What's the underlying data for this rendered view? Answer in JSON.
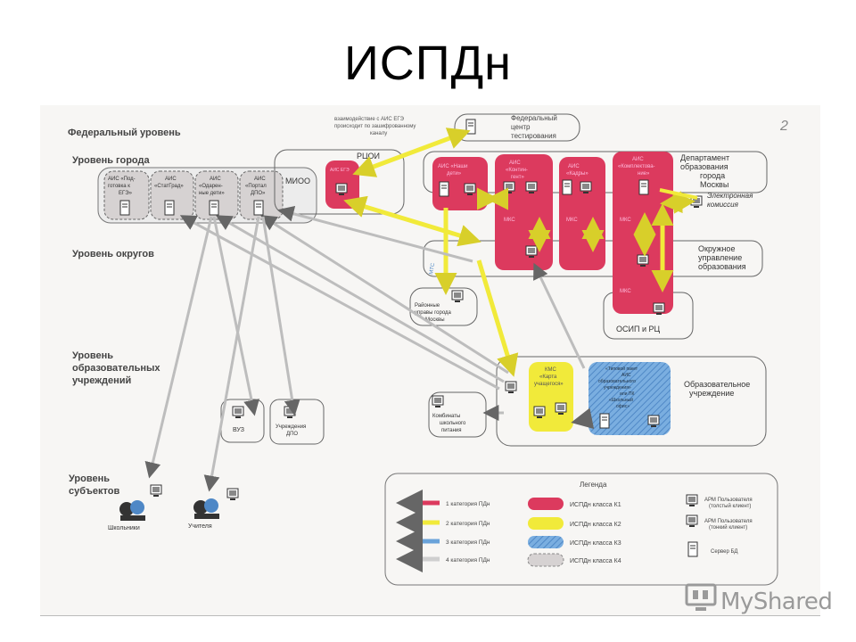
{
  "slide_title": "ИСПДн",
  "levels": {
    "federal": "Федеральный уровень",
    "city": "Уровень города",
    "district": "Уровень округов",
    "edu": [
      "Уровень",
      "образовательных",
      "учреждений"
    ],
    "subjects": [
      "Уровень",
      "субъектов"
    ]
  },
  "annotations": {
    "federal_note": [
      "взаимодействие с АИС ЕГЭ",
      "происходит по зашифрованному",
      "каналу"
    ],
    "page_mark": "2",
    "mtc": "МТС",
    "mks": "МКС"
  },
  "nodes": {
    "federal_center": [
      "Федеральный",
      "центр",
      "тестирования"
    ],
    "rcoi": "РЦОИ",
    "miooo": "МИОО",
    "ais_rcoi": "АИС ЕГЭ",
    "ais_city": [
      [
        "АИС «Под-",
        "готовка к",
        "ЕГЭ»"
      ],
      [
        "АИС",
        "«СтатГрад»"
      ],
      [
        "АИС",
        "«Одарен-",
        "ные дети»"
      ],
      [
        "АИС",
        "«Портал",
        "ДПО»"
      ]
    ],
    "ais_red": [
      [
        "АИС «Наши",
        "дети»"
      ],
      [
        "АИС",
        "«Контин-",
        "гент»"
      ],
      [
        "АИС",
        "«Кадры»"
      ],
      [
        "АИС",
        "«Комплектова-",
        "ние»"
      ]
    ],
    "dept": [
      "Департамент",
      "образования",
      "города",
      "Москвы"
    ],
    "el_commission": [
      "Электронная",
      "комиссия"
    ],
    "okrug_mgmt": [
      "Окружное",
      "управление",
      "образования"
    ],
    "osip": "ОСИП и РЦ",
    "district_admin": [
      "Районные",
      "управы города",
      "Москвы"
    ],
    "kms": [
      "КМС",
      "«Карта",
      "учащегося»"
    ],
    "blue_system": [
      "«Типовой пакет",
      "АИС",
      "образовательного",
      "учреждения»",
      "или ПК",
      "«Школьный",
      "офис»"
    ],
    "edu_institution": [
      "Образовательное",
      "учреждение"
    ],
    "food": [
      "Комбинаты",
      "школьного",
      "питания"
    ],
    "vuz": "ВУЗ",
    "dpo": [
      "Учреждения",
      "ДПО"
    ],
    "students": "Школьники",
    "teachers": "Учителя"
  },
  "legend": {
    "title": "Легенда",
    "categories": [
      "1 категория ПДн",
      "2 категория ПДн",
      "3 категория ПДн",
      "4 категория ПДн"
    ],
    "classes": [
      "ИСПДн класса К1",
      "ИСПДн класса К2",
      "ИСПДн класса К3",
      "ИСПДн класса К4"
    ],
    "devices": [
      [
        "АРМ Пользователя",
        "(толстый клиент)"
      ],
      [
        "АРМ Пользователя",
        "(тонкий клиент)"
      ],
      [
        "Сервер БД"
      ]
    ]
  },
  "colors": {
    "k1": "#dc3a5e",
    "k2": "#f1ea3a",
    "k3": "#6aa3da",
    "k4": "#d6d2d2",
    "line": "#5a5a5a"
  },
  "watermark": "MyShared"
}
